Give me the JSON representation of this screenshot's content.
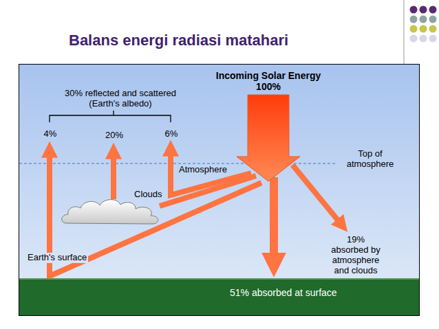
{
  "diagram": {
    "title": "Balans energi radiasi matahari",
    "nodes": [
      {
        "text": [
          "Clouds"
        ]
      },
      {
        "text": [
          "51% absorbed at surface"
        ]
      }
    ],
    "labels": [
      "30% reflected and scattered (Earth's albedo)",
      "4%",
      "20%",
      "6%",
      "Incoming Solar Energy 100%",
      "Top of atmosphere",
      "Atmosphere",
      "Earth's surface",
      "19% absorbed by atmosphere and clouds"
    ]
  }
}
